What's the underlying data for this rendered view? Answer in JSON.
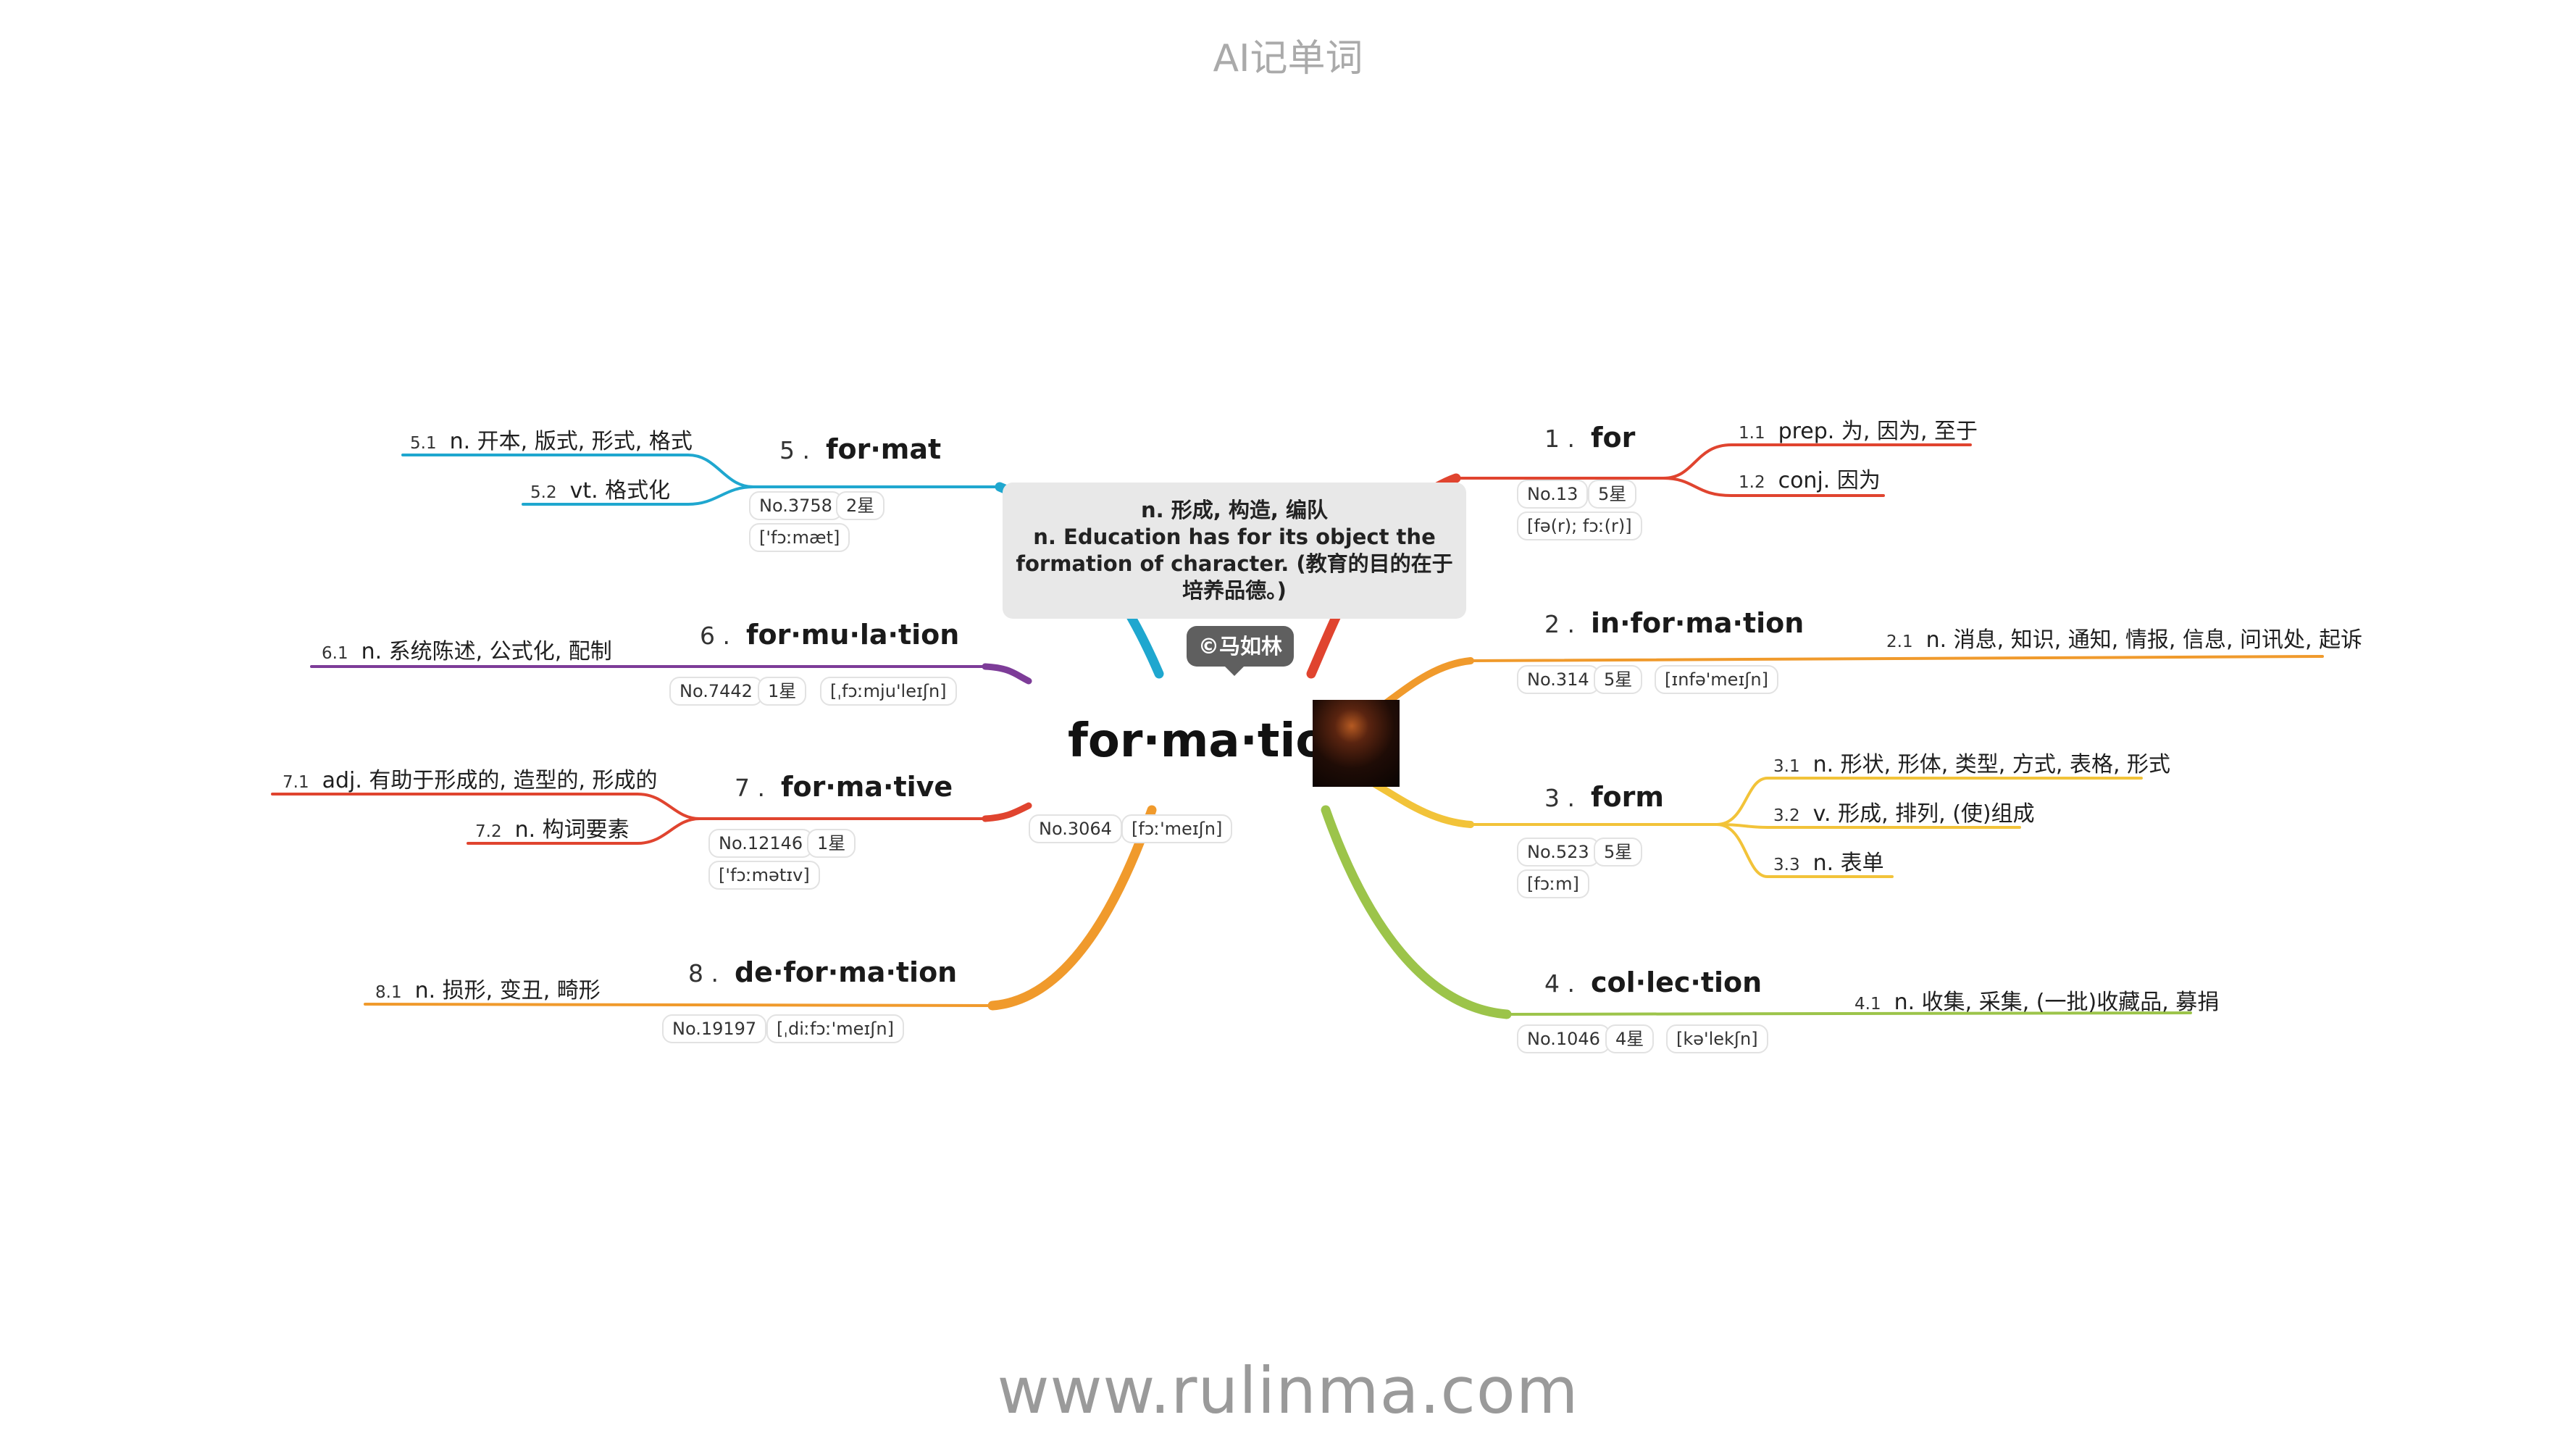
{
  "header": {
    "title": "AI记单词"
  },
  "footer": {
    "url": "www.rulinma.com"
  },
  "colors": {
    "b1": "#e0442f",
    "b2": "#f09a2c",
    "b3": "#f2c339",
    "b4": "#9cc44a",
    "b5": "#1fa7cf",
    "b6": "#7d3c98",
    "b7": "#e0442f",
    "b8": "#f09a2c"
  },
  "center": {
    "word": "for·ma·tion",
    "rank": "No.3064",
    "phonetic": "[fɔː'meɪʃn]",
    "callout_line1": "n. 形成, 构造, 编队",
    "callout_line2": "n. Education has for its object the formation of character. (教育的目的在于培养品德。)",
    "author": "©马如林"
  },
  "branches": [
    {
      "index": "1 .",
      "word": "for",
      "rank": "No.13",
      "stars": "5星",
      "phonetic": "[fə(r); fɔː(r)]",
      "senses": [
        {
          "num": "1.1",
          "text": "prep. 为, 因为, 至于"
        },
        {
          "num": "1.2",
          "text": "conj. 因为"
        }
      ]
    },
    {
      "index": "2 .",
      "word": "in·for·ma·tion",
      "rank": "No.314",
      "stars": "5星",
      "phonetic": "[ɪnfə'meɪʃn]",
      "senses": [
        {
          "num": "2.1",
          "text": "n. 消息, 知识, 通知, 情报, 信息, 问讯处, 起诉"
        }
      ]
    },
    {
      "index": "3 .",
      "word": "form",
      "rank": "No.523",
      "stars": "5星",
      "phonetic": "[fɔːm]",
      "senses": [
        {
          "num": "3.1",
          "text": "n. 形状, 形体, 类型, 方式, 表格, 形式"
        },
        {
          "num": "3.2",
          "text": "v. 形成, 排列, (使)组成"
        },
        {
          "num": "3.3",
          "text": "n. 表单"
        }
      ]
    },
    {
      "index": "4 .",
      "word": "col·lec·tion",
      "rank": "No.1046",
      "stars": "4星",
      "phonetic": "[kə'lekʃn]",
      "senses": [
        {
          "num": "4.1",
          "text": "n. 收集, 采集, (一批)收藏品, 募捐"
        }
      ]
    },
    {
      "index": "5 .",
      "word": "for·mat",
      "rank": "No.3758",
      "stars": "2星",
      "phonetic": "['fɔːmæt]",
      "senses": [
        {
          "num": "5.1",
          "text": "n. 开本, 版式, 形式, 格式"
        },
        {
          "num": "5.2",
          "text": "vt. 格式化"
        }
      ]
    },
    {
      "index": "6 .",
      "word": "for·mu·la·tion",
      "rank": "No.7442",
      "stars": "1星",
      "phonetic": "[ˌfɔːmju'leɪʃn]",
      "senses": [
        {
          "num": "6.1",
          "text": "n. 系统陈述, 公式化, 配制"
        }
      ]
    },
    {
      "index": "7 .",
      "word": "for·ma·tive",
      "rank": "No.12146",
      "stars": "1星",
      "phonetic": "['fɔːmətɪv]",
      "senses": [
        {
          "num": "7.1",
          "text": "adj. 有助于形成的, 造型的, 形成的"
        },
        {
          "num": "7.2",
          "text": "n. 构词要素"
        }
      ]
    },
    {
      "index": "8 .",
      "word": "de·for·ma·tion",
      "rank": "No.19197",
      "phonetic": "[ˌdiːfɔː'meɪʃn]",
      "senses": [
        {
          "num": "8.1",
          "text": "n. 损形, 变丑, 畸形"
        }
      ]
    }
  ]
}
